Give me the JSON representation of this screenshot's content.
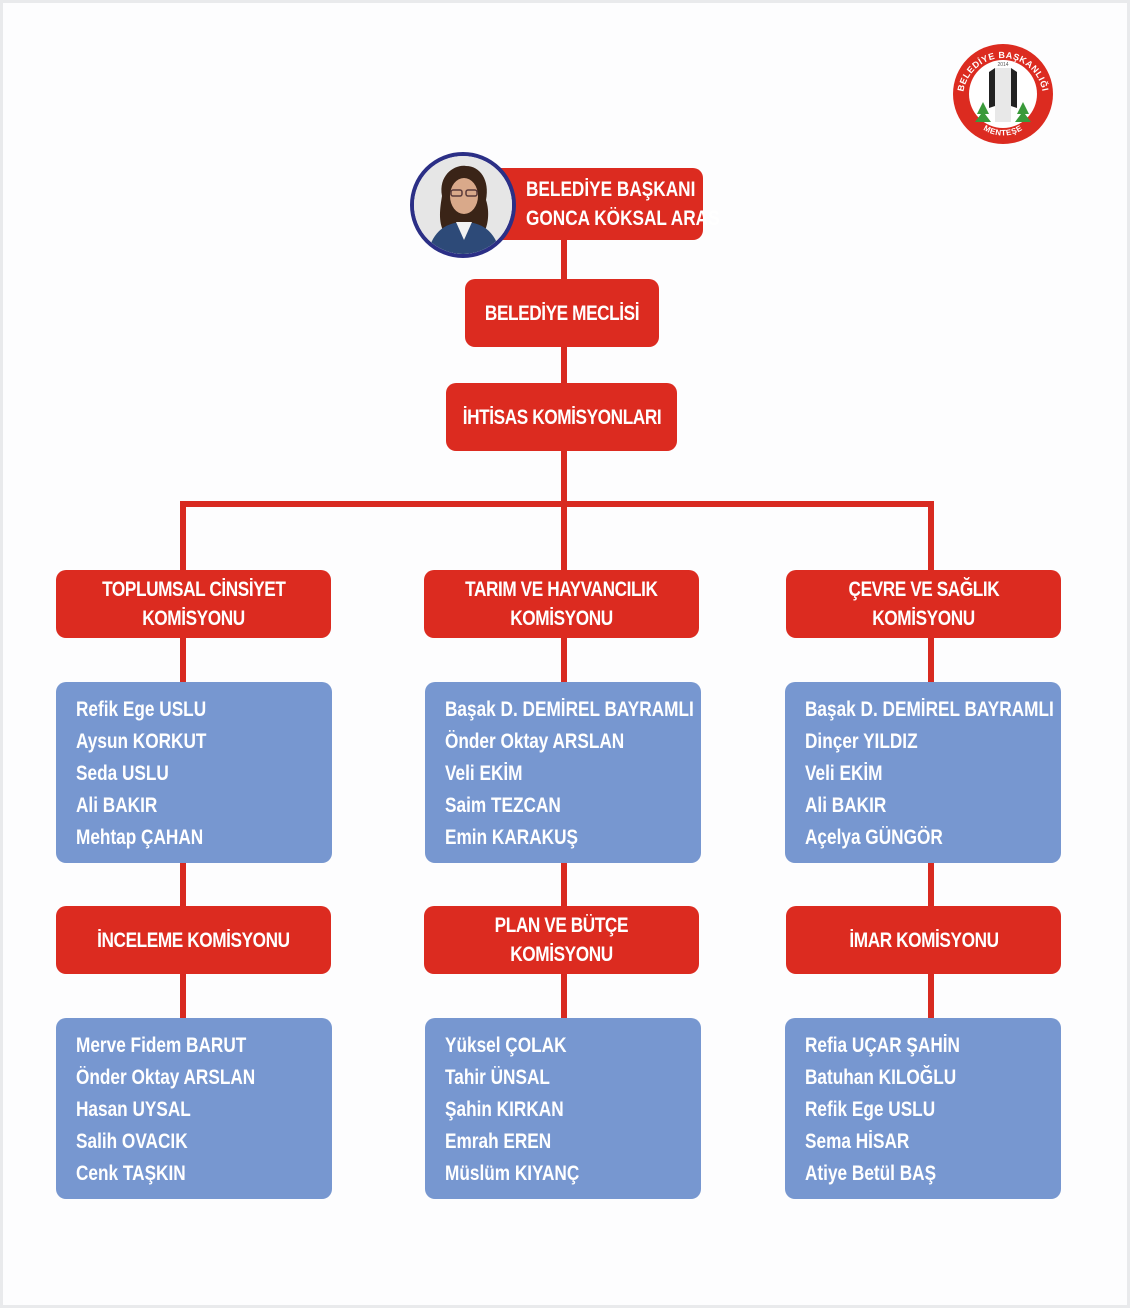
{
  "colors": {
    "red": "#dc2b20",
    "blue": "#7797d0",
    "navy_ring": "#2b2f86",
    "background": "#fdfdfe"
  },
  "logo": {
    "icon": "municipality-seal-icon",
    "top_text": "BELEDİYE BAŞKANLIĞI",
    "year": "2014",
    "bottom_text": "MENTEŞE"
  },
  "mayor": {
    "photo_icon": "mayor-portrait-icon",
    "title": "BELEDİYE BAŞKANI",
    "name": "GONCA KÖKSAL ARAS"
  },
  "council": {
    "label": "BELEDİYE MECLİSİ"
  },
  "committees_root": {
    "label": "İHTİSAS KOMİSYONLARI"
  },
  "columns": [
    {
      "committees": [
        {
          "title_lines": [
            "TOPLUMSAL CİNSİYET",
            "KOMİSYONU"
          ],
          "members": [
            "Refik Ege USLU",
            "Aysun KORKUT",
            "Seda USLU",
            "Ali BAKIR",
            "Mehtap ÇAHAN"
          ]
        },
        {
          "title_lines": [
            "İNCELEME KOMİSYONU"
          ],
          "members": [
            "Merve Fidem BARUT",
            "Önder Oktay ARSLAN",
            "Hasan UYSAL",
            "Salih OVACIK",
            "Cenk TAŞKIN"
          ]
        }
      ]
    },
    {
      "committees": [
        {
          "title_lines": [
            "TARIM VE HAYVANCILIK",
            "KOMİSYONU"
          ],
          "members": [
            "Başak D. DEMİREL BAYRAMLI",
            "Önder Oktay ARSLAN",
            "Veli EKİM",
            "Saim TEZCAN",
            "Emin KARAKUŞ"
          ]
        },
        {
          "title_lines": [
            "PLAN VE BÜTÇE",
            "KOMİSYONU"
          ],
          "members": [
            "Yüksel ÇOLAK",
            "Tahir ÜNSAL",
            "Şahin KIRKAN",
            "Emrah EREN",
            "Müslüm KIYANÇ"
          ]
        }
      ]
    },
    {
      "committees": [
        {
          "title_lines": [
            "ÇEVRE VE SAĞLIK",
            "KOMİSYONU"
          ],
          "members": [
            "Başak D. DEMİREL BAYRAMLI",
            "Dinçer YILDIZ",
            "Veli EKİM",
            "Ali BAKIR",
            "Açelya GÜNGÖR"
          ]
        },
        {
          "title_lines": [
            "İMAR KOMİSYONU"
          ],
          "members": [
            "Refia UÇAR ŞAHİN",
            "Batuhan KILOĞLU",
            "Refik Ege USLU",
            "Sema HİSAR",
            "Atiye Betül BAŞ"
          ]
        }
      ]
    }
  ]
}
